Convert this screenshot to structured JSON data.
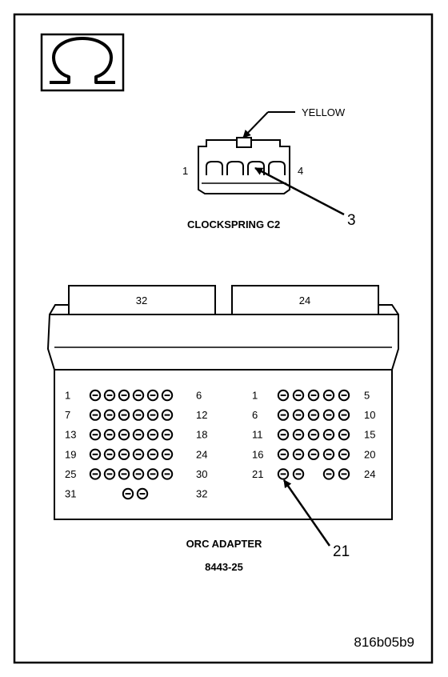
{
  "symbol": {
    "icon": "ohm-icon",
    "glyph": "Ω"
  },
  "clockspring": {
    "wire_color": "YELLOW",
    "pin_left": "1",
    "pin_right": "4",
    "callout": "3",
    "name": "CLOCKSPRING C2"
  },
  "adapter": {
    "tab_left": "32",
    "tab_right": "24",
    "left_block": {
      "rows": [
        {
          "start": "1",
          "end": "6",
          "pins": 6
        },
        {
          "start": "7",
          "end": "12",
          "pins": 6
        },
        {
          "start": "13",
          "end": "18",
          "pins": 6
        },
        {
          "start": "19",
          "end": "24",
          "pins": 6
        },
        {
          "start": "25",
          "end": "30",
          "pins": 6
        },
        {
          "start": "31",
          "end": "32",
          "pins": 2
        }
      ]
    },
    "right_block": {
      "rows": [
        {
          "start": "1",
          "end": "5",
          "pins": 5
        },
        {
          "start": "6",
          "end": "10",
          "pins": 5
        },
        {
          "start": "11",
          "end": "15",
          "pins": 5
        },
        {
          "start": "16",
          "end": "20",
          "pins": 5
        },
        {
          "start": "21",
          "end": "24",
          "pins": 4
        }
      ]
    },
    "callout": "21",
    "name": "ORC ADAPTER",
    "part_number": "8443-25"
  },
  "figure_id": "816b05b9"
}
